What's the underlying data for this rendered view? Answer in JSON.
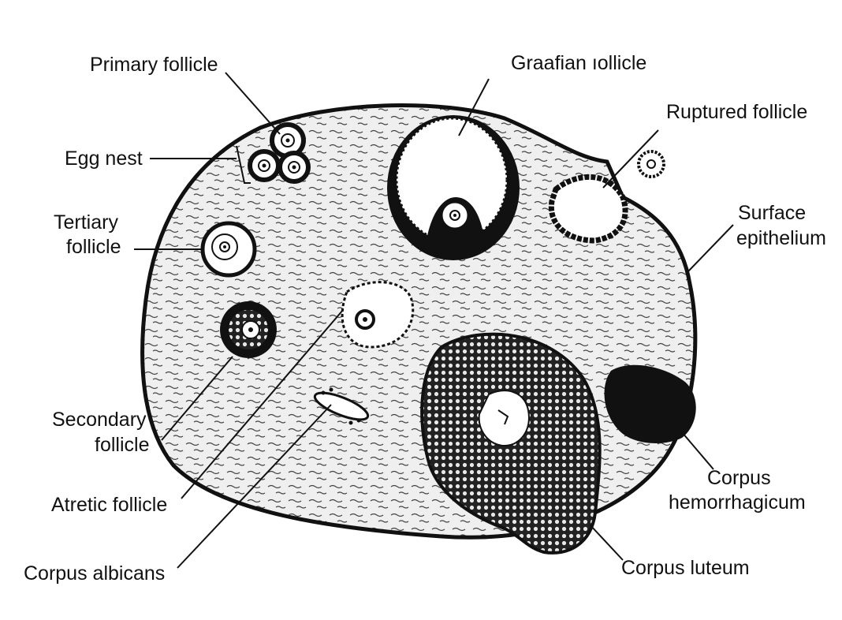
{
  "labels": {
    "primary_follicle": "Primary follicle",
    "graafian_follicle": "Graafian ıollicle",
    "ruptured_follicle": "Ruptured follicle",
    "egg_nest": "Egg nest",
    "tertiary_follicle_1": "Tertiary",
    "tertiary_follicle_2": "follicle",
    "surface_epithelium_1": "Surface",
    "surface_epithelium_2": "epithelium",
    "secondary_follicle_1": "Secondary",
    "secondary_follicle_2": "follicle",
    "atretic_follicle": "Atretic follicle",
    "corpus_albicans": "Corpus albicans",
    "corpus_hemorrhagicum_1": "Corpus",
    "corpus_hemorrhagicum_2": "hemorrhagicum",
    "corpus_luteum": "Corpus luteum"
  },
  "colors": {
    "ink": "#111111",
    "tissue": "#ececec",
    "paper": "#ffffff"
  }
}
